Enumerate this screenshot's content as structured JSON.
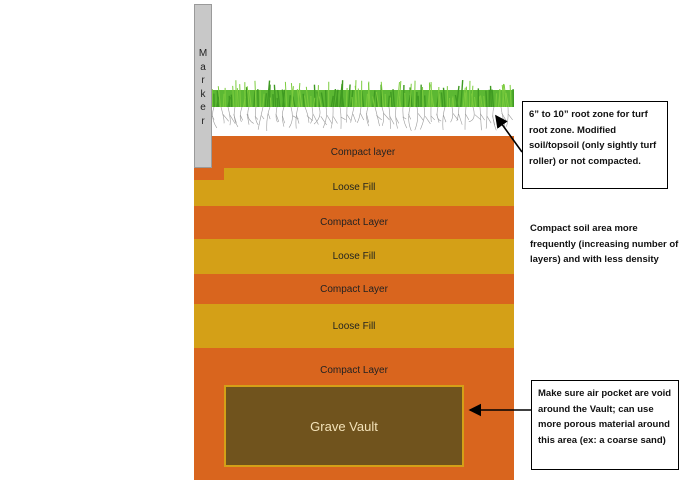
{
  "marker": {
    "letters": [
      "M",
      "a",
      "r",
      "k",
      "e",
      "r"
    ]
  },
  "layers": [
    {
      "label": "Compact layer",
      "kind": "compact"
    },
    {
      "label": "Loose Fill",
      "kind": "loose"
    },
    {
      "label": "Compact Layer",
      "kind": "compact"
    },
    {
      "label": "Loose Fill",
      "kind": "loose"
    },
    {
      "label": "Compact Layer",
      "kind": "compact"
    },
    {
      "label": "Loose Fill",
      "kind": "loose"
    },
    {
      "label": "Compact Layer",
      "kind": "compact"
    }
  ],
  "vault": {
    "label": "Grave Vault"
  },
  "callouts": {
    "root_zone": "6” to 10” root zone for turf root zone. Modified soil/topsoil (only sightly turf roller) or not compacted.",
    "compact_note": "Compact soil area more frequently (increasing number of layers) and with less density",
    "vault_note": "Make sure air pocket are void around the Vault; can use more porous material around this area (ex: a coarse sand)"
  },
  "colors": {
    "compact": "#d9651e",
    "loose": "#d4a017",
    "vault": "#70531d",
    "grass": "#4caf2e"
  }
}
